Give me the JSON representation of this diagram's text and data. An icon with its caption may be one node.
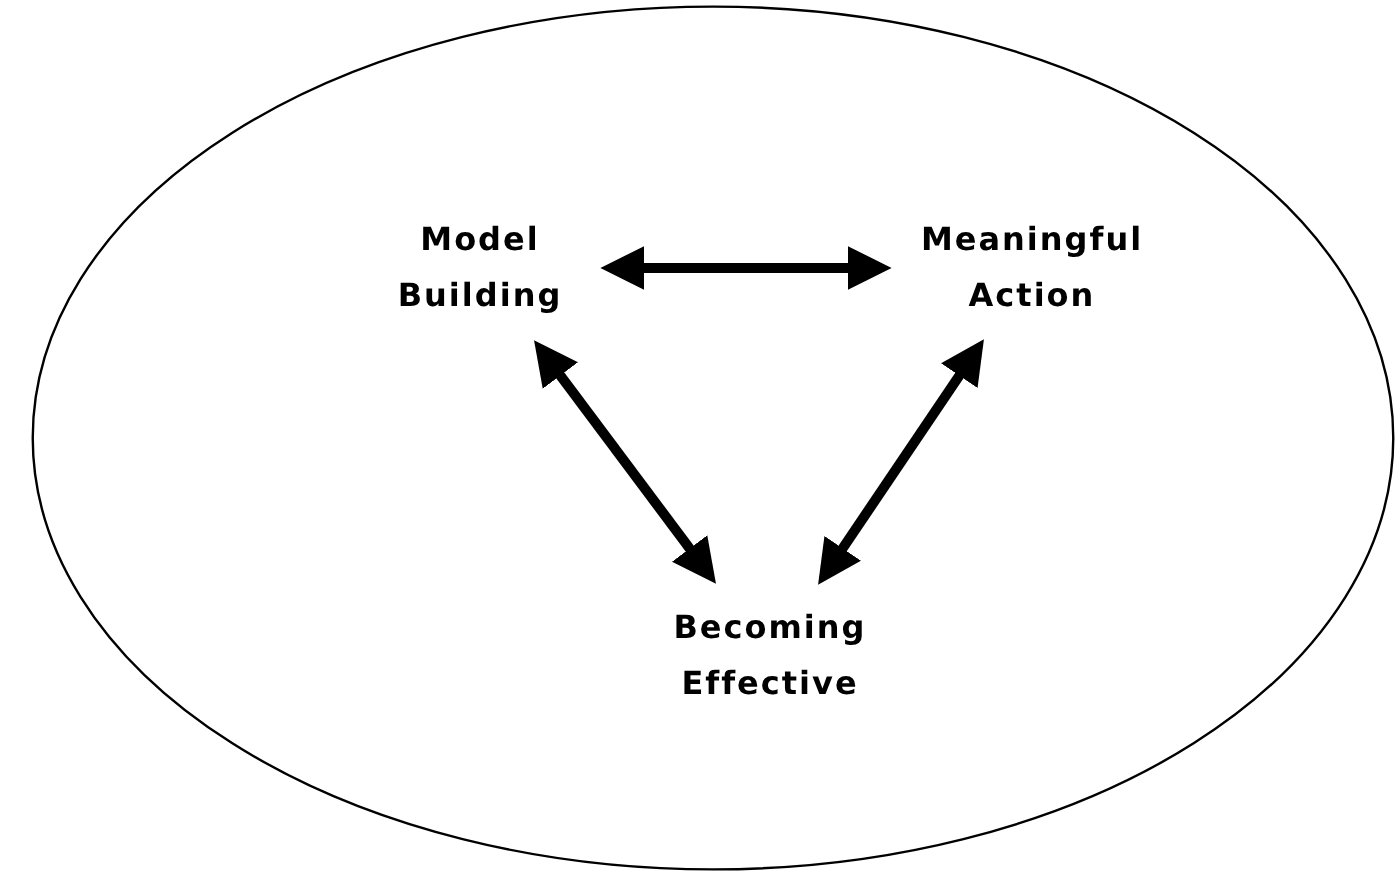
{
  "diagram": {
    "nodes": [
      {
        "text": [],
        "shape": "ellipse"
      },
      {
        "text": [
          "Model Building"
        ],
        "in": 0
      },
      {
        "text": [
          "Meaningful Action"
        ],
        "in": 0
      },
      {
        "text": [
          "Becoming Effective"
        ],
        "in": 0
      }
    ],
    "edges": [
      {
        "from": 1,
        "to": 2,
        "arrow": "both"
      },
      {
        "from": 1,
        "to": 3,
        "arrow": "both"
      },
      {
        "from": 2,
        "to": 3,
        "arrow": "both"
      }
    ]
  }
}
